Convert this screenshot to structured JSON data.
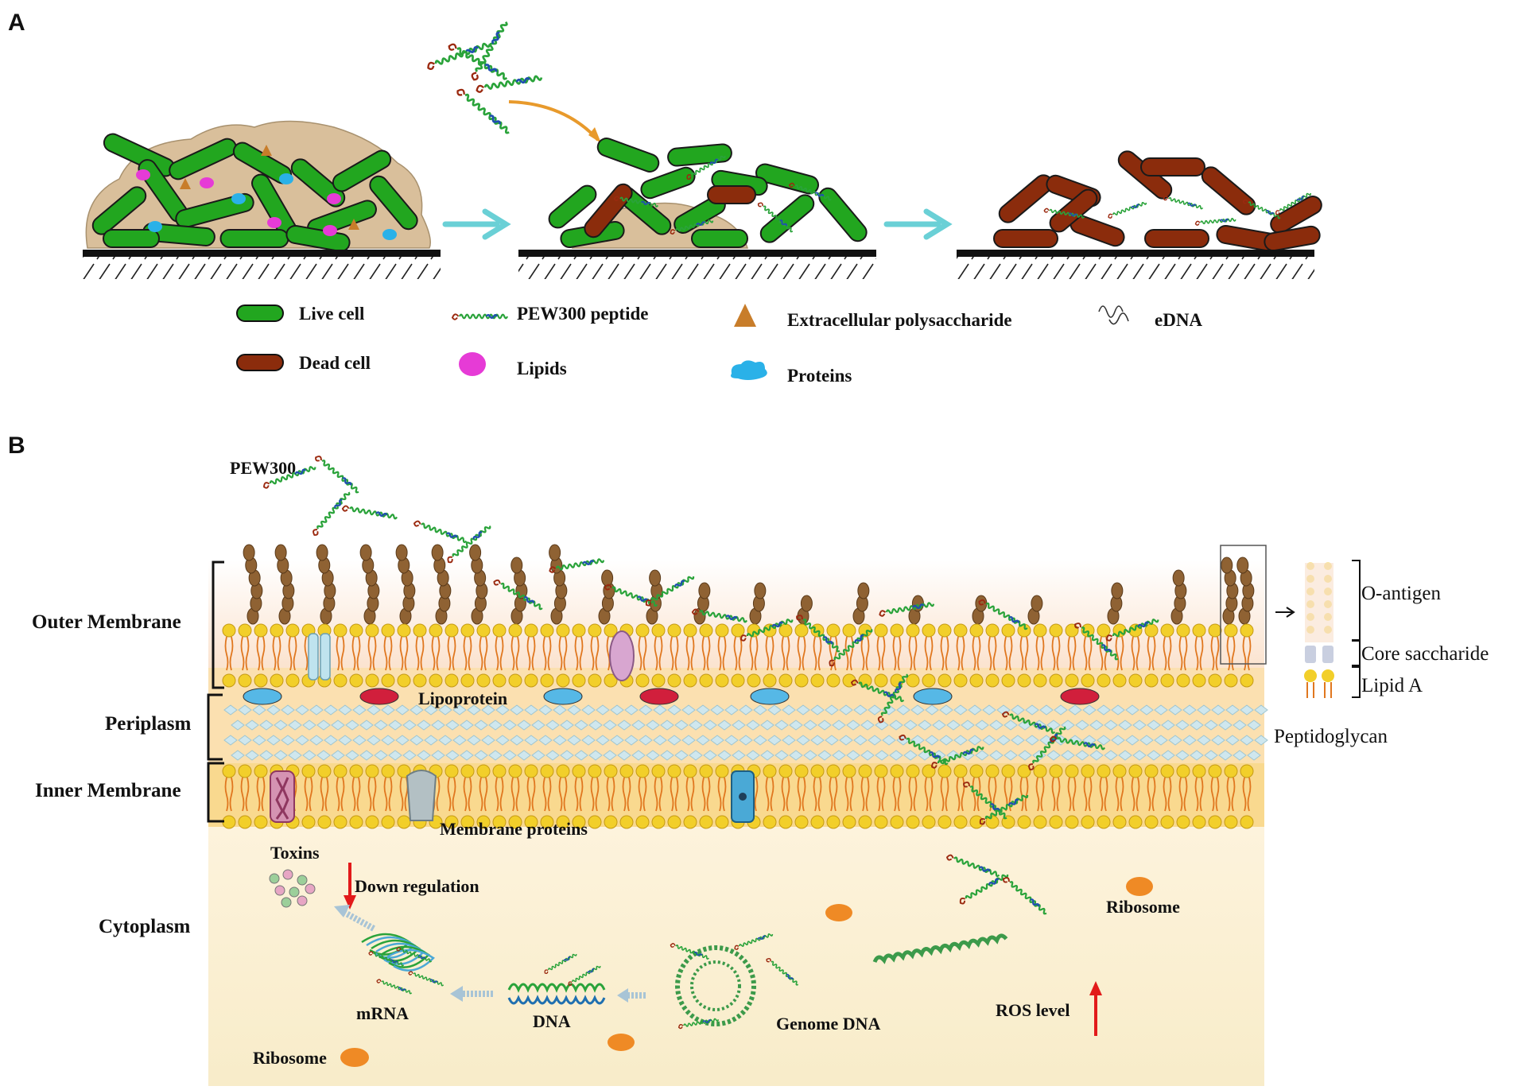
{
  "panels": {
    "a": "A",
    "b": "B"
  },
  "legend": {
    "live_cell": "Live cell",
    "dead_cell": "Dead cell",
    "peptide": "PEW300 peptide",
    "lipids": "Lipids",
    "polysaccharide": "Extracellular polysaccharide",
    "proteins": "Proteins",
    "edna": "eDNA"
  },
  "membrane": {
    "pew300": "PEW300",
    "outer_membrane": "Outer Membrane",
    "periplasm": "Periplasm",
    "inner_membrane": "Inner Membrane",
    "cytoplasm": "Cytoplasm",
    "lipoprotein": "Lipoprotein",
    "peptidoglycan": "Peptidoglycan",
    "membrane_proteins": "Membrane proteins",
    "o_antigen": "O-antigen",
    "core_saccharide": "Core saccharide",
    "lipid_a": "Lipid A"
  },
  "cytoplasm": {
    "toxins": "Toxins",
    "down_regulation": "Down regulation",
    "ribosome_left": "Ribosome",
    "ribosome_right": "Ribosome",
    "mrna": "mRNA",
    "dna": "DNA",
    "genome_dna": "Genome DNA",
    "ros_level": "ROS level"
  },
  "colors": {
    "live_cell": "#22a61f",
    "dead_cell": "#8b2c0c",
    "biofilm_matrix": "#d9bf9b",
    "lipids": "#e63bd6",
    "polysaccharide": "#c87d2a",
    "proteins": "#2ab1e8",
    "arrow_cyan": "#6ad0d6",
    "arrow_orange": "#e89a2c",
    "cytoplasm_bg": "#fbf1d6",
    "lipid_head": "#f2cf2a",
    "lipid_tail": "#e0771f",
    "o_antigen": "#8f6233",
    "ribosome": "#ef8a25",
    "red_arrow": "#e21a1a"
  }
}
